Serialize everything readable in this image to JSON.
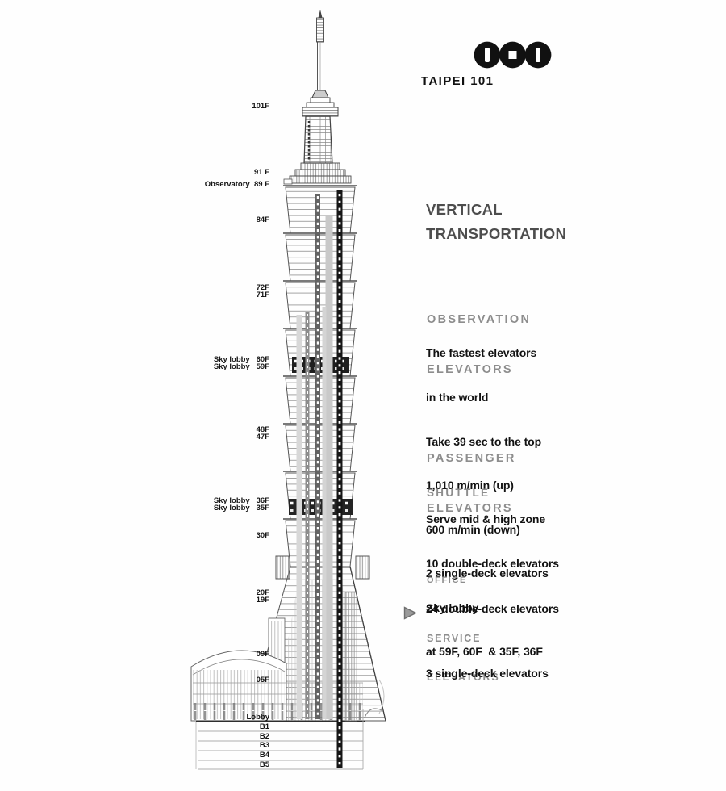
{
  "brand": {
    "wordmark": "TAIPEI 101",
    "logo_icon": "three-coin-circles-101"
  },
  "title": {
    "line1": "VERTICAL",
    "line2": "TRANSPORTATION"
  },
  "sections": {
    "observation": {
      "heading": [
        "OBSERVATION",
        "ELEVATORS"
      ],
      "body": [
        "The fastest elevators",
        "in the world",
        "Take 39 sec to the top",
        "1,010 m/min (up)",
        "600 m/min (down)",
        "2 single-deck elevators"
      ]
    },
    "passenger": {
      "heading": [
        "PASSENGER",
        "ELEVATORS"
      ]
    },
    "shuttle": {
      "heading": [
        "SHUTTLE"
      ],
      "body": [
        "Serve mid & high zone",
        "10 double-deck elevators",
        "Sky lobby",
        "at 59F, 60F  & 35F, 36F"
      ]
    },
    "office": {
      "heading": [
        "OFFICE"
      ],
      "body": [
        "24 double-deck elevators"
      ]
    },
    "service": {
      "heading": [
        "SERVICE",
        "ELEVATORS"
      ],
      "body": [
        "3 single-deck elevators"
      ],
      "marker_icon": "right-triangle-arrow"
    }
  },
  "floors": [
    "101F",
    "91 F",
    "Observatory  89 F",
    "84F",
    "72F",
    "71F",
    "Sky lobby   60F",
    "Sky lobby   59F",
    "48F",
    "47F",
    "Sky lobby   36F",
    "Sky lobby   35F",
    "30F",
    "20F",
    "19F",
    "09F",
    "05F",
    "Lobby",
    "B1",
    "B2",
    "B3",
    "B4",
    "B5"
  ],
  "colors": {
    "ink": "#141414",
    "title_gray": "#4d4d4d",
    "heading_gray": "#8d8d8d",
    "shaft_black": "#161616",
    "line_gray": "#9b9b9b"
  }
}
